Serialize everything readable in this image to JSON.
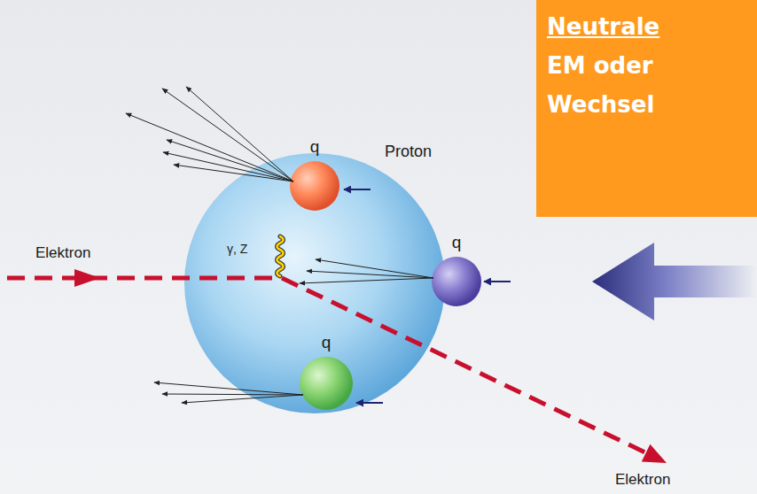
{
  "diagram": {
    "nodes": [
      {
        "text": [
          "Proton"
        ]
      },
      {
        "text": [
          "q"
        ],
        "in": 0
      },
      {
        "text": [
          "q"
        ],
        "in": 0
      },
      {
        "text": [
          "q"
        ],
        "in": 0
      },
      {
        "text": [
          "Neutrale",
          "EM oder Wechsel"
        ]
      }
    ],
    "labels": [
      "Elektron",
      "γ, Z",
      "Elektron"
    ]
  }
}
